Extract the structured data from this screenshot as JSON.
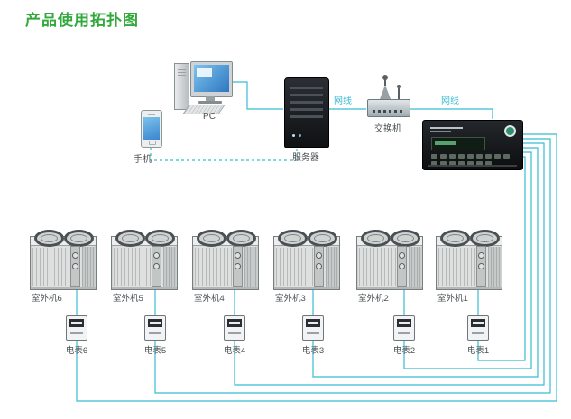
{
  "title": "产品使用拓扑图",
  "colors": {
    "title_green": "#33a93d",
    "cable_cyan": "#38bcd2"
  },
  "nodes": {
    "phone": {
      "label": "手机"
    },
    "pc": {
      "label": "PC"
    },
    "server": {
      "label": "服务器"
    },
    "switch": {
      "label": "交换机"
    }
  },
  "cable_labels": [
    {
      "label": "网线"
    },
    {
      "label": "网线"
    }
  ],
  "outdoor_units": [
    {
      "label": "室外机6"
    },
    {
      "label": "室外机5"
    },
    {
      "label": "室外机4"
    },
    {
      "label": "室外机3"
    },
    {
      "label": "室外机2"
    },
    {
      "label": "室外机1"
    }
  ],
  "meters": [
    {
      "label": "电表6"
    },
    {
      "label": "电表5"
    },
    {
      "label": "电表4"
    },
    {
      "label": "电表3"
    },
    {
      "label": "电表2"
    },
    {
      "label": "电表1"
    }
  ]
}
